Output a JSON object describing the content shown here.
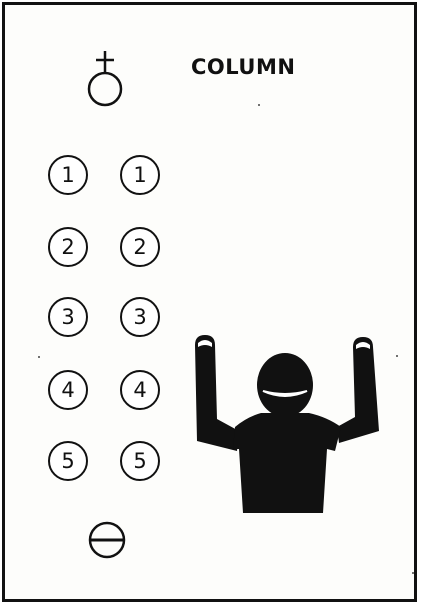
{
  "heading": "COLUMN",
  "columns": {
    "left": [
      "1",
      "2",
      "3",
      "4",
      "5"
    ],
    "right": [
      "1",
      "2",
      "3",
      "4",
      "5"
    ]
  },
  "symbols": {
    "top": "plus-circle-icon",
    "bottom": "minus-circle-icon"
  },
  "figure": {
    "description_icon": "person-arms-raised-icon",
    "color": "#111111"
  }
}
